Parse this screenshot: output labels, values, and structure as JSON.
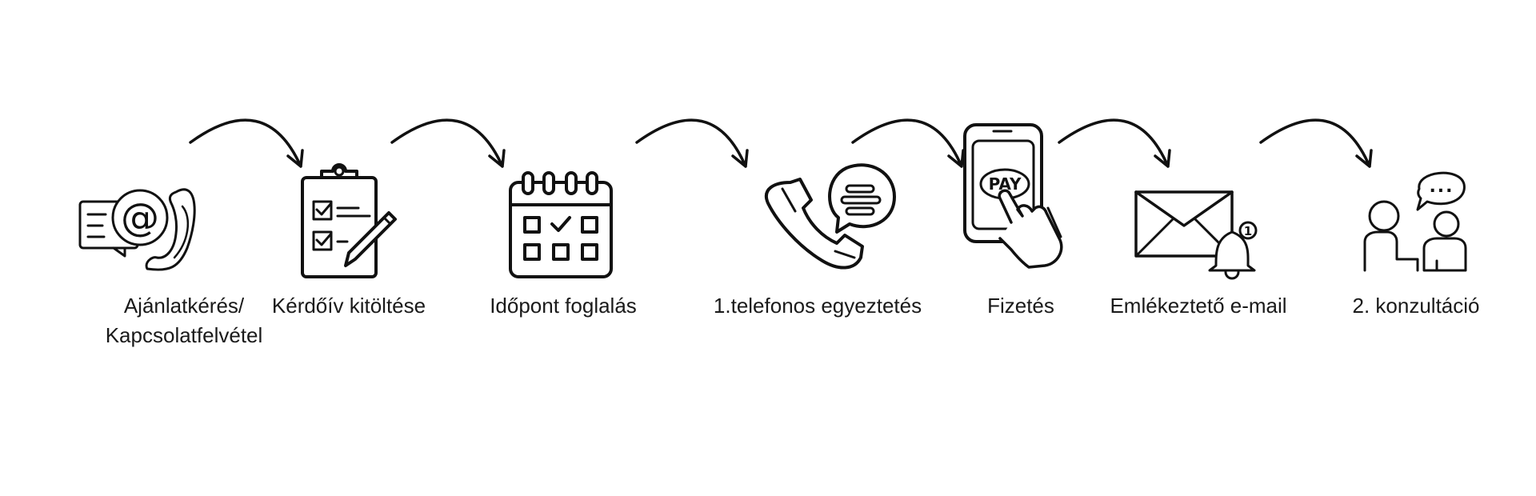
{
  "process": {
    "steps": [
      {
        "label_line1": "Ajánlatkérés/",
        "label_line2": "Kapcsolatfelvétel",
        "icon": "email-phone-contact-icon"
      },
      {
        "label_line1": "Kérdőív kitöltése",
        "label_line2": "",
        "icon": "clipboard-checklist-icon"
      },
      {
        "label_line1": "Időpont foglalás",
        "label_line2": "",
        "icon": "calendar-icon"
      },
      {
        "label_line1": "1.telefonos egyeztetés",
        "label_line2": "",
        "icon": "phone-chat-icon"
      },
      {
        "label_line1": "Fizetés",
        "label_line2": "",
        "icon": "phone-pay-icon"
      },
      {
        "label_line1": "Emlékeztető e-mail",
        "label_line2": "",
        "icon": "email-bell-icon"
      },
      {
        "label_line1": "2. konzultáció",
        "label_line2": "",
        "icon": "consultation-people-icon"
      }
    ],
    "icon_text": {
      "at_sign": "@",
      "pay": "PAY",
      "notification_count": "1",
      "speech_dots": "..."
    }
  }
}
